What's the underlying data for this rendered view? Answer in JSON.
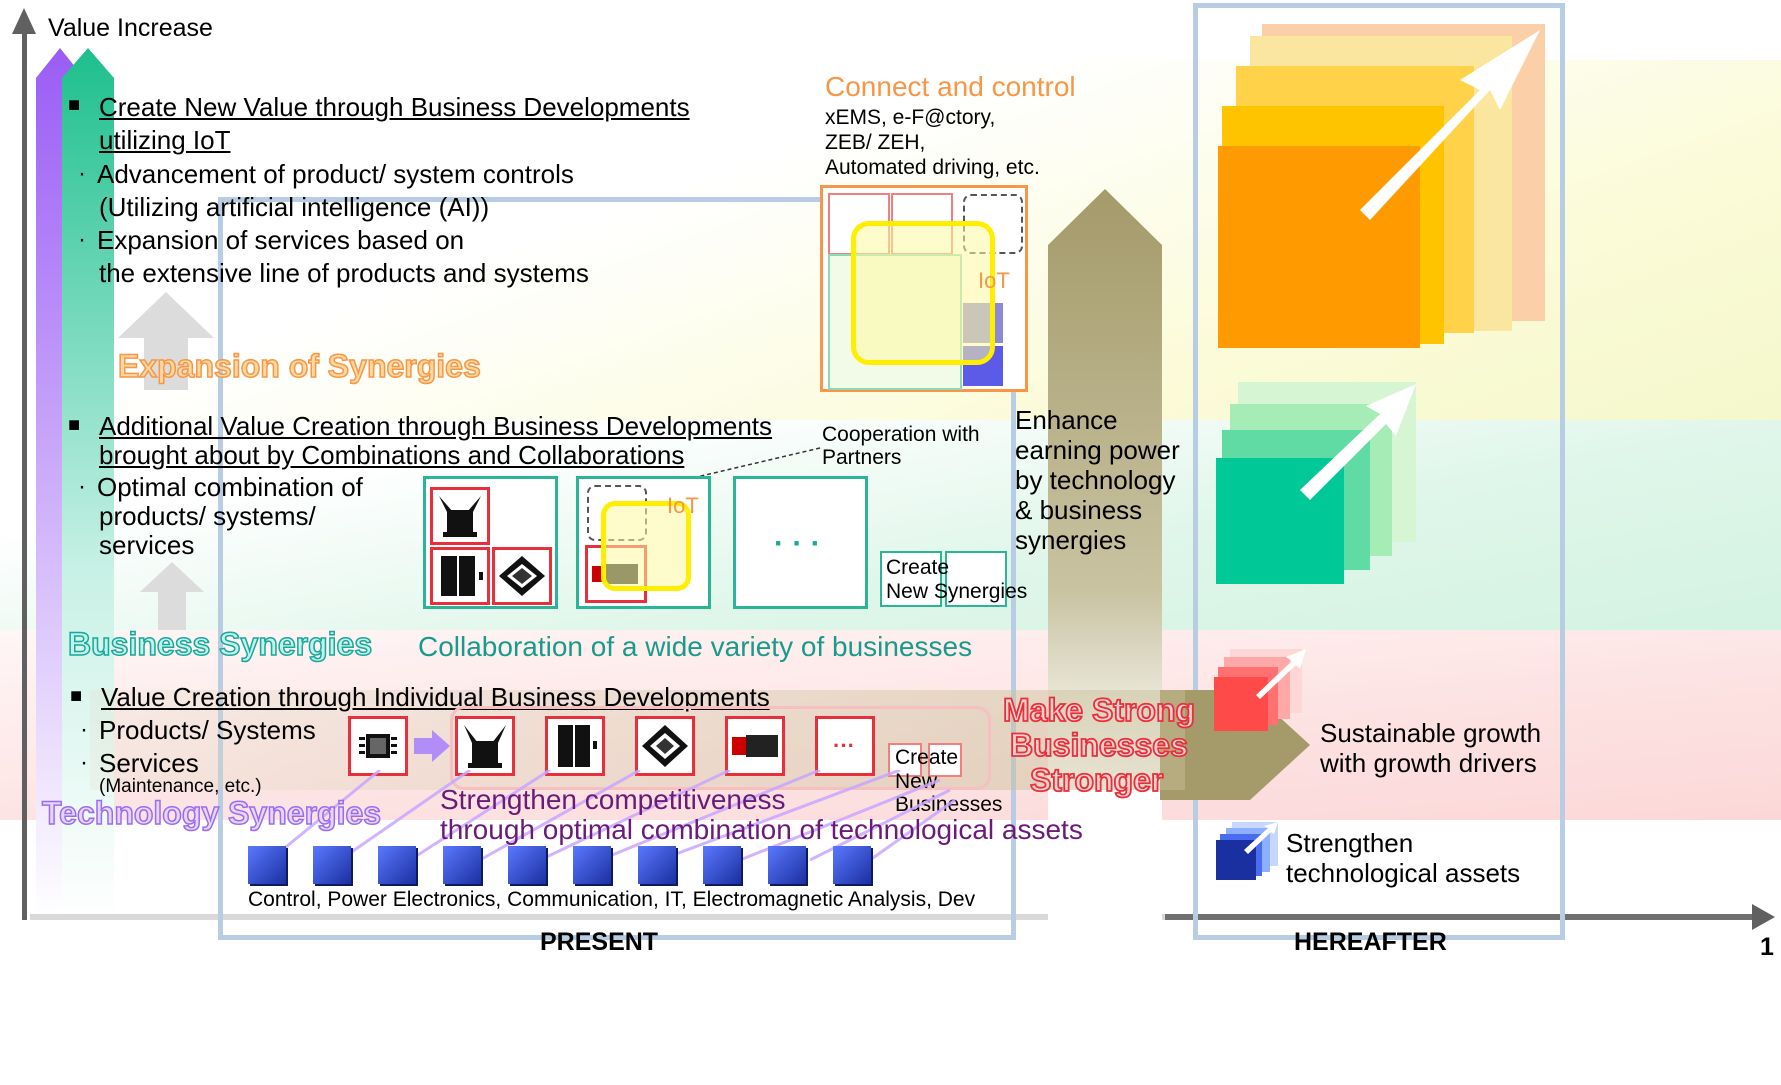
{
  "axis": {
    "y_label": "Value Increase",
    "present": "PRESENT",
    "hereafter": "HEREAFTER",
    "page_number": "1"
  },
  "top_section": {
    "heading_line1": "Create New Value through Business Developments",
    "heading_line2": "utilizing IoT",
    "bullet1_line1": "Advancement of product/ system controls",
    "bullet1_line2": "(Utilizing artificial intelligence (AI))",
    "bullet2_line1": "Expansion of services based on",
    "bullet2_line2": "the extensive line of products and systems"
  },
  "expansion_label": "Expansion of Synergies",
  "connect": {
    "title": "Connect and control",
    "line1": "xEMS, e-F@ctory,",
    "line2": "ZEB/ ZEH,",
    "line3": "Automated driving, etc.",
    "iot": "IoT"
  },
  "mid_section": {
    "heading_line1": "Additional Value Creation through Business Developments",
    "heading_line2": "brought about by Combinations and Collaborations",
    "bullet_line1": "Optimal combination of",
    "bullet_line2": "products/ systems/",
    "bullet_line3": "services",
    "cooperation_line1": "Cooperation with",
    "cooperation_line2": "Partners",
    "iot": "IoT",
    "ellipsis": "· · ·",
    "create_line1": "Create",
    "create_line2": "New",
    "create_line3": "Synergies"
  },
  "business_synergies": "Business Synergies",
  "collaboration_text": "Collaboration of a wide variety of businesses",
  "enhance": {
    "line1": "Enhance",
    "line2": "earning power",
    "line3": "by technology",
    "line4": "& business",
    "line5": "synergies"
  },
  "bottom_section": {
    "heading": "Value Creation through Individual Business Developments",
    "bullet1": "Products/ Systems",
    "bullet2": "Services",
    "bullet2_sub": "(Maintenance, etc.)",
    "ellipsis": "···",
    "create_line1": "Create",
    "create_line2": "New",
    "create_line3": "Businesses"
  },
  "technology_synergies": "Technology Synergies",
  "strengthen": {
    "line1": "Strengthen competitiveness",
    "line2": "through optimal combination of technological assets"
  },
  "tech_list": "Control, Power Electronics, Communication, IT, Electromagnetic Analysis, Dev",
  "make_strong": {
    "line1": "Make Strong",
    "line2": "Businesses",
    "line3": "Stronger"
  },
  "right_panel": {
    "growth_line1": "Sustainable growth",
    "growth_line2": "with growth drivers",
    "assets_line1": "Strengthen",
    "assets_line2": "technological assets"
  },
  "colors": {
    "orange": "#f79646",
    "teal": "#1aa89a",
    "purple": "#9b6cf0",
    "red": "#e8303c",
    "frame": "#b8cce4",
    "olive": "#a49a6a"
  }
}
